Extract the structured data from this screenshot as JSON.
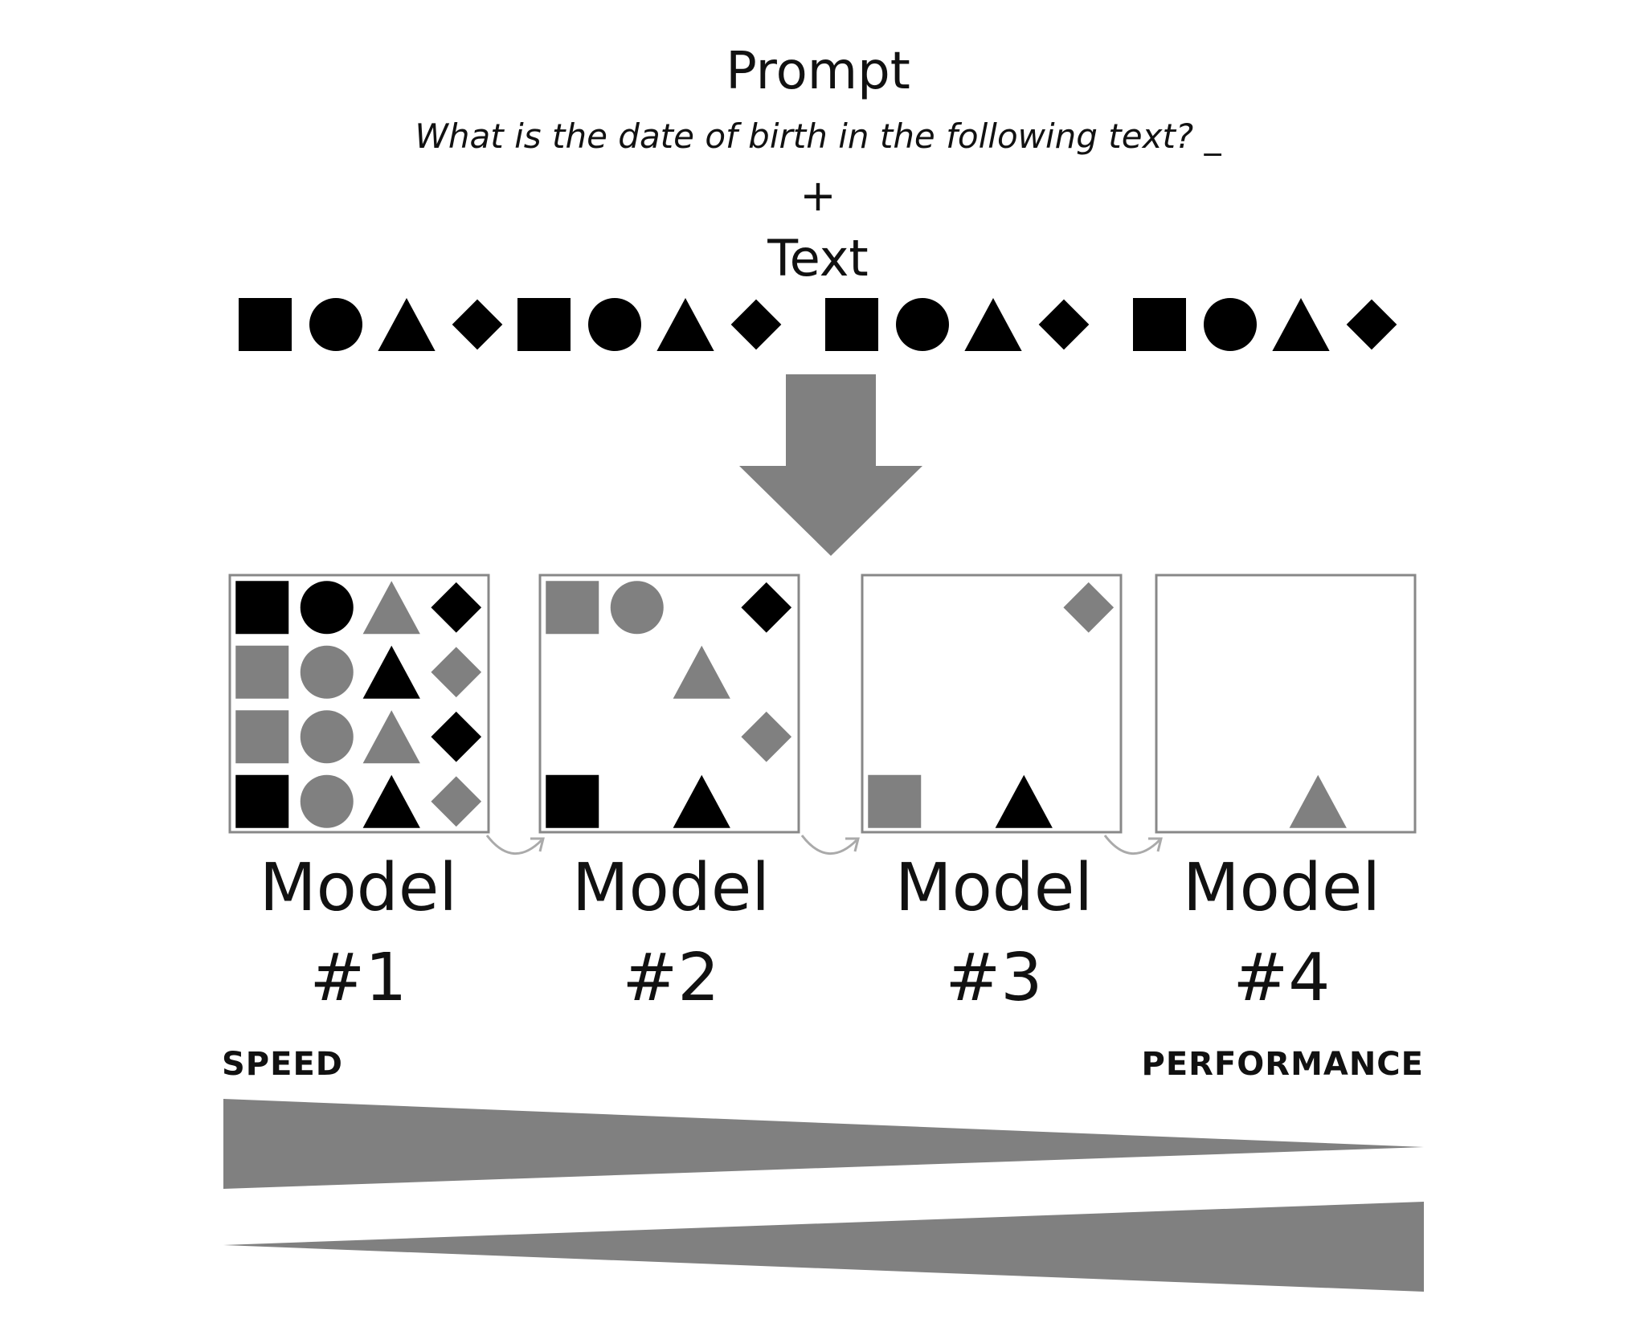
{
  "prompt": {
    "title": "Prompt",
    "question": "What is the date of birth in the following text? _",
    "plus": "+",
    "text_title": "Text"
  },
  "text_token_sequence": [
    "square",
    "circle",
    "triangle",
    "diamond",
    "square",
    "circle",
    "triangle",
    "diamond",
    "square",
    "circle",
    "triangle",
    "diamond",
    "square",
    "circle",
    "triangle",
    "diamond"
  ],
  "models": [
    {
      "line1": "Model",
      "line2": "#1",
      "grid": [
        [
          "black-square",
          "black-circle",
          "gray-triangle",
          "black-diamond"
        ],
        [
          "gray-square",
          "gray-circle",
          "black-triangle",
          "gray-diamond"
        ],
        [
          "gray-square",
          "gray-circle",
          "gray-triangle",
          "black-diamond"
        ],
        [
          "black-square",
          "gray-circle",
          "black-triangle",
          "gray-diamond"
        ]
      ]
    },
    {
      "line1": "Model",
      "line2": "#2",
      "grid": [
        [
          "gray-square",
          "gray-circle",
          "",
          "black-diamond"
        ],
        [
          "",
          "",
          "gray-triangle",
          ""
        ],
        [
          "",
          "",
          "",
          "gray-diamond"
        ],
        [
          "black-square",
          "",
          "black-triangle",
          ""
        ]
      ]
    },
    {
      "line1": "Model",
      "line2": "#3",
      "grid": [
        [
          "",
          "",
          "",
          "gray-diamond"
        ],
        [
          "",
          "",
          "",
          ""
        ],
        [
          "",
          "",
          "",
          ""
        ],
        [
          "gray-square",
          "",
          "black-triangle",
          ""
        ]
      ]
    },
    {
      "line1": "Model",
      "line2": "#4",
      "grid": [
        [
          "",
          "",
          "",
          ""
        ],
        [
          "",
          "",
          "",
          ""
        ],
        [
          "",
          "",
          "",
          ""
        ],
        [
          "",
          "",
          "gray-triangle",
          ""
        ]
      ]
    }
  ],
  "bars": {
    "left_label": "SPEED",
    "right_label": "PERFORMANCE"
  },
  "colors": {
    "black": "#000000",
    "gray": "#808080",
    "box_border": "#888888",
    "arrow": "#808080",
    "small_arrow": "#aaaaaa"
  }
}
